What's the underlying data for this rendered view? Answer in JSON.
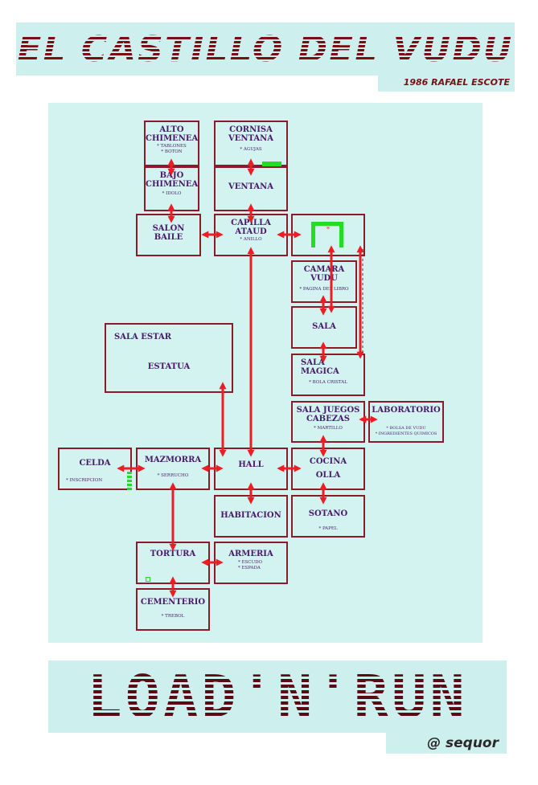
{
  "header": {
    "title": "EL CASTILLO DEL VUDU",
    "subtitle": "1986 RAFAEL ESCOTE"
  },
  "rooms": {
    "alto_chimenea": {
      "name": "ALTO\nCHIMENEA",
      "items": "* TABLONES\n* BOTON"
    },
    "cornisa_ventana": {
      "name": "CORNISA\nVENTANA",
      "items": "* AGUJAS"
    },
    "bajo_chimenea": {
      "name": "BAJO\nCHIMENEA",
      "items": "* IDOLO"
    },
    "ventana": {
      "name": "VENTANA"
    },
    "salon_baile": {
      "name": "SALON\nBAILE"
    },
    "capilla_ataud": {
      "name": "CAPILLA\nATAUD",
      "items": "* ANILLO"
    },
    "pasaje": {
      "items": "*"
    },
    "camara_vudu": {
      "name": "CAMARA\nVUDU",
      "items": "* PAGINA DEL LIBRO"
    },
    "sala": {
      "name": "SALA"
    },
    "sala_magica": {
      "name": "SALA\nMAGICA",
      "items": "* BOLA CRISTAL"
    },
    "sala_estar": {
      "name": "SALA ESTAR",
      "extra": "ESTATUA"
    },
    "sala_juegos": {
      "name": "SALA JUEGOS\nCABEZAS",
      "items": "* MARTILLO"
    },
    "laboratorio": {
      "name": "LABORATORIO",
      "items": "* BOLSA DE VUDU\n* INGREDIENTES QUIMICOS"
    },
    "celda": {
      "name": "CELDA",
      "items": "* INSCRIPCION"
    },
    "mazmorra": {
      "name": "MAZMORRA",
      "items": "* SERRUCHO"
    },
    "hall": {
      "name": "HALL"
    },
    "cocina": {
      "name": "COCINA\nOLLA"
    },
    "habitacion": {
      "name": "HABITACION"
    },
    "sotano": {
      "name": "SOTANO",
      "items": "* PAPEL"
    },
    "tortura": {
      "name": "TORTURA"
    },
    "armeria": {
      "name": "ARMERIA",
      "items": "* ESCUDO\n* ESPADA"
    },
    "cementerio": {
      "name": "CEMENTERIO",
      "items": "* TREBOL"
    }
  },
  "colors": {
    "arrow": "#ee1c24",
    "border": "#8b1a2b",
    "marker": "#22dd22",
    "text": "#4a1a6a"
  },
  "footer": {
    "logo": "LOAD'N'RUN",
    "credit": "@ sequor"
  }
}
